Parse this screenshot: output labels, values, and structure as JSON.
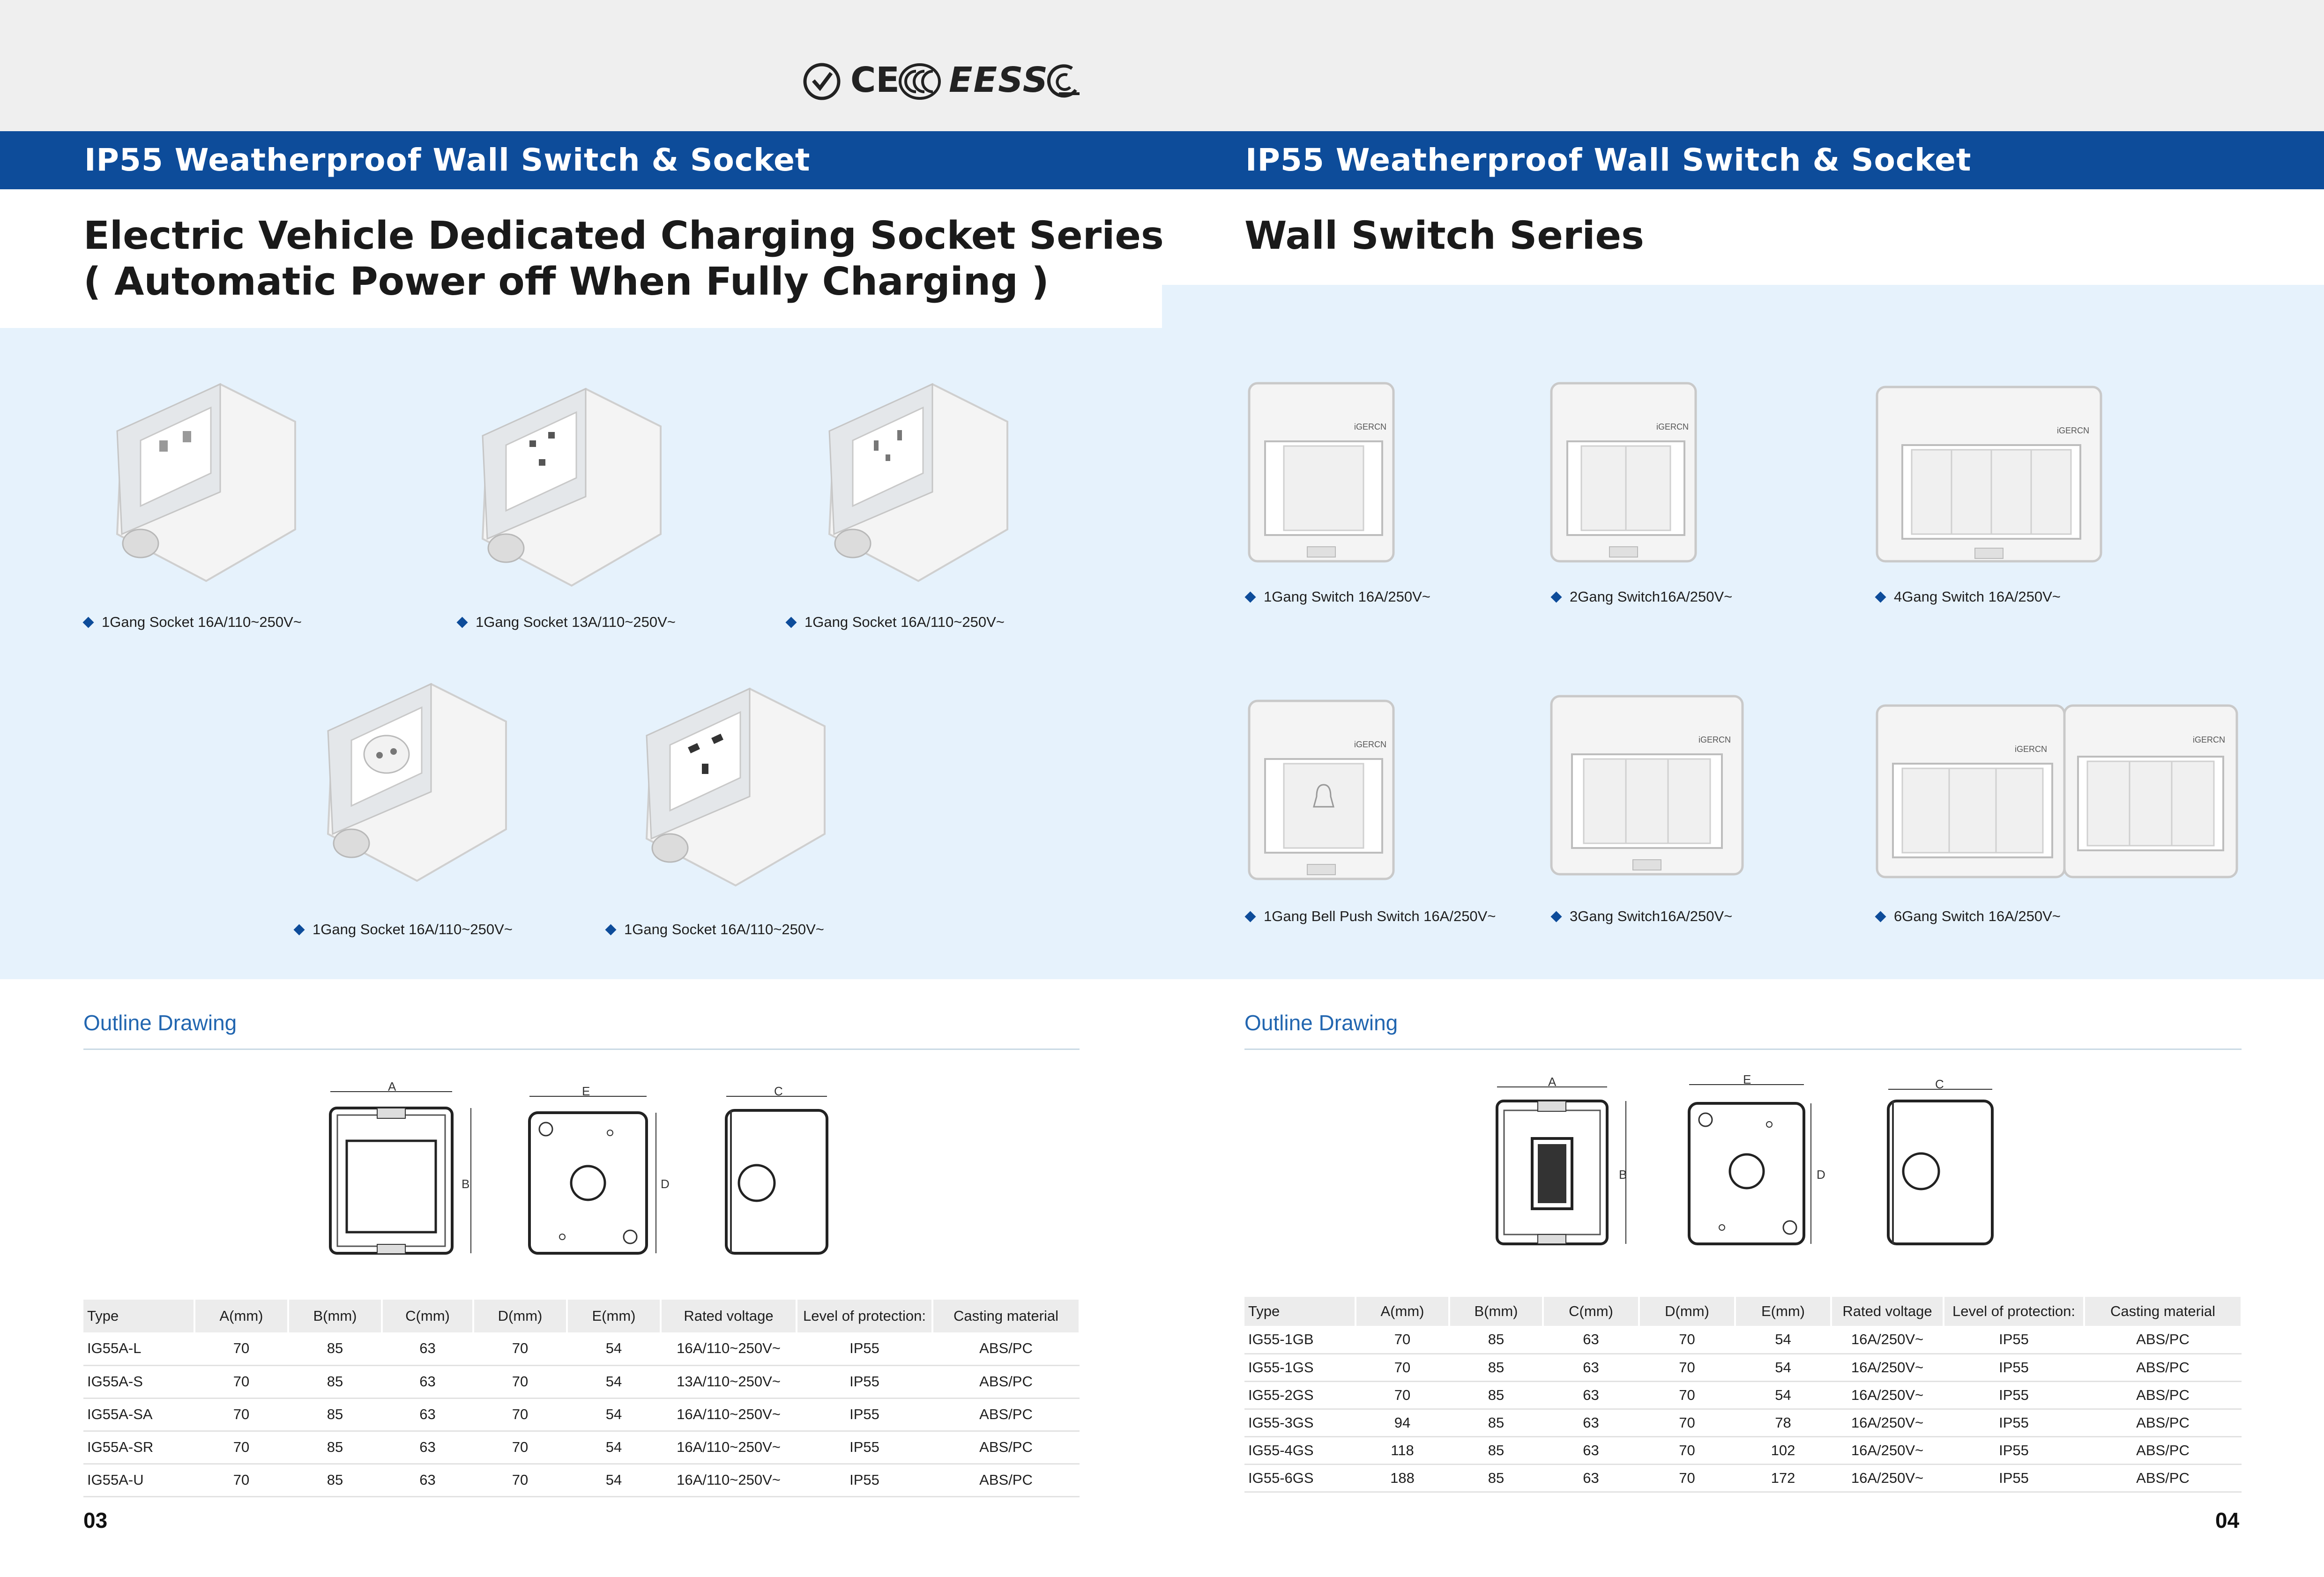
{
  "header": {
    "cert_ce": "CE",
    "cert_eess": "EESS"
  },
  "left": {
    "banner": "IP55 Weatherproof Wall Switch & Socket",
    "title_line1": "Electric Vehicle Dedicated Charging Socket Series",
    "title_line2": "( Automatic  Power off When Fully Charging )",
    "products": [
      "1Gang Socket 16A/110~250V~",
      "1Gang Socket 13A/110~250V~",
      "1Gang Socket 16A/110~250V~",
      "1Gang Socket 16A/110~250V~",
      "1Gang Socket 16A/110~250V~"
    ],
    "outline_label": "Outline Drawing",
    "dims": [
      "A",
      "B",
      "E",
      "D",
      "C"
    ],
    "table": {
      "headers": [
        "Type",
        "A(mm)",
        "B(mm)",
        "C(mm)",
        "D(mm)",
        "E(mm)",
        "Rated voltage",
        "Level of protection:",
        "Casting material"
      ],
      "rows": [
        [
          "IG55A-L",
          "70",
          "85",
          "63",
          "70",
          "54",
          "16A/110~250V~",
          "IP55",
          "ABS/PC"
        ],
        [
          "IG55A-S",
          "70",
          "85",
          "63",
          "70",
          "54",
          "13A/110~250V~",
          "IP55",
          "ABS/PC"
        ],
        [
          "IG55A-SA",
          "70",
          "85",
          "63",
          "70",
          "54",
          "16A/110~250V~",
          "IP55",
          "ABS/PC"
        ],
        [
          "IG55A-SR",
          "70",
          "85",
          "63",
          "70",
          "54",
          "16A/110~250V~",
          "IP55",
          "ABS/PC"
        ],
        [
          "IG55A-U",
          "70",
          "85",
          "63",
          "70",
          "54",
          "16A/110~250V~",
          "IP55",
          "ABS/PC"
        ]
      ]
    },
    "page_number": "03"
  },
  "right": {
    "banner": "IP55 Weatherproof Wall Switch & Socket",
    "title": "Wall Switch Series",
    "brand": "iGERCN",
    "products": [
      "1Gang Switch 16A/250V~",
      "2Gang Switch16A/250V~",
      "4Gang Switch 16A/250V~",
      "1Gang Bell Push Switch 16A/250V~",
      "3Gang Switch16A/250V~",
      "6Gang Switch 16A/250V~"
    ],
    "outline_label": "Outline Drawing",
    "dims": [
      "A",
      "B",
      "E",
      "D",
      "C"
    ],
    "table": {
      "headers": [
        "Type",
        "A(mm)",
        "B(mm)",
        "C(mm)",
        "D(mm)",
        "E(mm)",
        "Rated voltage",
        "Level of protection:",
        "Casting material"
      ],
      "rows": [
        [
          "IG55-1GB",
          "70",
          "85",
          "63",
          "70",
          "54",
          "16A/250V~",
          "IP55",
          "ABS/PC"
        ],
        [
          "IG55-1GS",
          "70",
          "85",
          "63",
          "70",
          "54",
          "16A/250V~",
          "IP55",
          "ABS/PC"
        ],
        [
          "IG55-2GS",
          "70",
          "85",
          "63",
          "70",
          "54",
          "16A/250V~",
          "IP55",
          "ABS/PC"
        ],
        [
          "IG55-3GS",
          "94",
          "85",
          "63",
          "70",
          "78",
          "16A/250V~",
          "IP55",
          "ABS/PC"
        ],
        [
          "IG55-4GS",
          "118",
          "85",
          "63",
          "70",
          "102",
          "16A/250V~",
          "IP55",
          "ABS/PC"
        ],
        [
          "IG55-6GS",
          "188",
          "85",
          "63",
          "70",
          "172",
          "16A/250V~",
          "IP55",
          "ABS/PC"
        ]
      ]
    },
    "page_number": "04"
  }
}
